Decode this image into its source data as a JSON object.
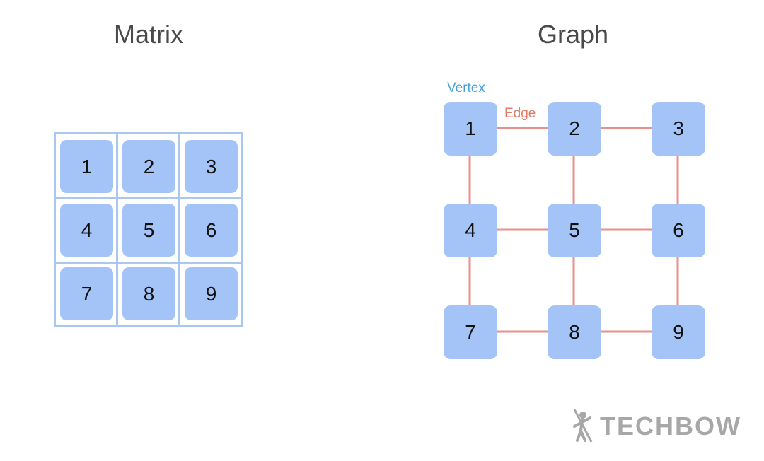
{
  "matrix": {
    "title": "Matrix",
    "cells": [
      "1",
      "2",
      "3",
      "4",
      "5",
      "6",
      "7",
      "8",
      "9"
    ]
  },
  "graph": {
    "title": "Graph",
    "vertex_label": "Vertex",
    "edge_label": "Edge",
    "vertices": [
      "1",
      "2",
      "3",
      "4",
      "5",
      "6",
      "7",
      "8",
      "9"
    ],
    "edges": [
      [
        "1",
        "2"
      ],
      [
        "2",
        "3"
      ],
      [
        "1",
        "4"
      ],
      [
        "2",
        "5"
      ],
      [
        "3",
        "6"
      ],
      [
        "4",
        "5"
      ],
      [
        "5",
        "6"
      ],
      [
        "4",
        "7"
      ],
      [
        "5",
        "8"
      ],
      [
        "6",
        "9"
      ],
      [
        "7",
        "8"
      ],
      [
        "8",
        "9"
      ]
    ]
  },
  "logo": {
    "text": "TECHBOW"
  },
  "colors": {
    "cell_fill": "#a4c3f6",
    "grid_line": "#a9c7ef",
    "edge": "#e8908a",
    "vertex_label": "#4a9fd8",
    "edge_label": "#e27a66",
    "logo": "#a7a7a7"
  }
}
